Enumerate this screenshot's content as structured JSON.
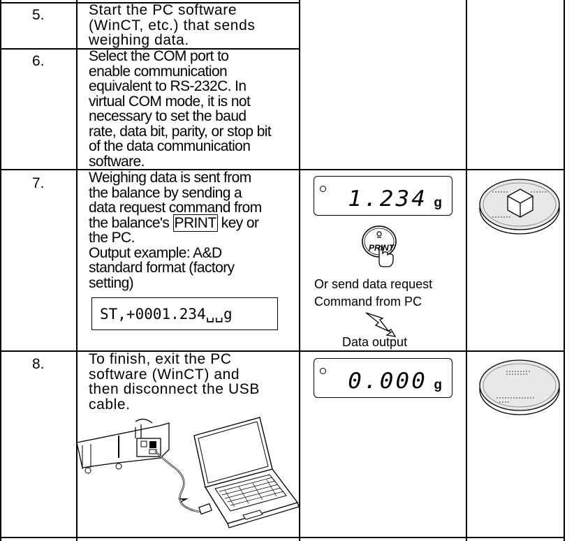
{
  "rows": [
    {
      "number": "5.",
      "lines": [
        "Start the PC software",
        "(WinCT, etc.) that sends",
        "weighing data."
      ]
    },
    {
      "number": "6.",
      "lines": [
        "Select the COM port to",
        "enable communication",
        "equivalent to RS-232C. In",
        "virtual COM mode, it is not",
        "necessary to set the baud",
        "rate, data bit, parity, or stop bit",
        "of the data communication",
        "software."
      ]
    },
    {
      "number": "7.",
      "lines": [
        "Weighing data is sent from",
        "the balance by sending a",
        "data request command from"
      ],
      "line4_prefix": "the balance's ",
      "print_key": "PRINT",
      "line4_suffix": " key or",
      "lines_after": [
        "the PC.",
        "Output example: A&D",
        "standard format (factory",
        "setting)"
      ],
      "output_example": "ST,+0001.234␣␣g",
      "display_value": "1.234",
      "display_unit": "g",
      "print_button_label": "PRINT",
      "alt_text_1": "Or send data request",
      "alt_text_2": "Command from PC",
      "data_output_label": "Data output"
    },
    {
      "number": "8.",
      "lines": [
        "To finish, exit the PC",
        "software (WinCT) and",
        "then disconnect the USB",
        "cable."
      ],
      "display_value": "0.000",
      "display_unit": "g"
    }
  ]
}
